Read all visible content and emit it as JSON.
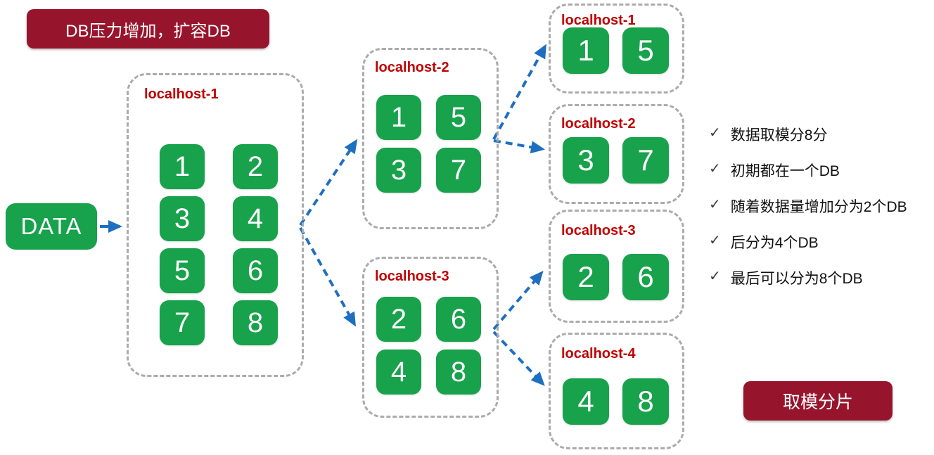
{
  "banners": {
    "top": "DB压力增加，扩容DB",
    "bottom": "取模分片"
  },
  "data_box_label": "DATA",
  "stage1": [
    {
      "label": "localhost-1",
      "chips": [
        "1",
        "2",
        "3",
        "4",
        "5",
        "6",
        "7",
        "8"
      ]
    }
  ],
  "stage2": [
    {
      "label": "localhost-2",
      "chips": [
        "1",
        "5",
        "3",
        "7"
      ]
    },
    {
      "label": "localhost-3",
      "chips": [
        "2",
        "6",
        "4",
        "8"
      ]
    }
  ],
  "stage3": [
    {
      "label": "localhost-1",
      "chips": [
        "1",
        "5"
      ]
    },
    {
      "label": "localhost-2",
      "chips": [
        "3",
        "7"
      ]
    },
    {
      "label": "localhost-3",
      "chips": [
        "2",
        "6"
      ]
    },
    {
      "label": "localhost-4",
      "chips": [
        "4",
        "8"
      ]
    }
  ],
  "check_glyph": "✓",
  "checklist": [
    "数据取模分8分",
    "初期都在一个DB",
    "随着数据量增加分为2个DB",
    "后分为4个DB",
    "最后可以分为8个DB"
  ],
  "colors": {
    "green": "#17a24b",
    "dark_red_banner": "#97152c",
    "label_red": "#c00000",
    "arrow_blue": "#1e6fc0",
    "dashed_border_gray": "#ababab"
  }
}
